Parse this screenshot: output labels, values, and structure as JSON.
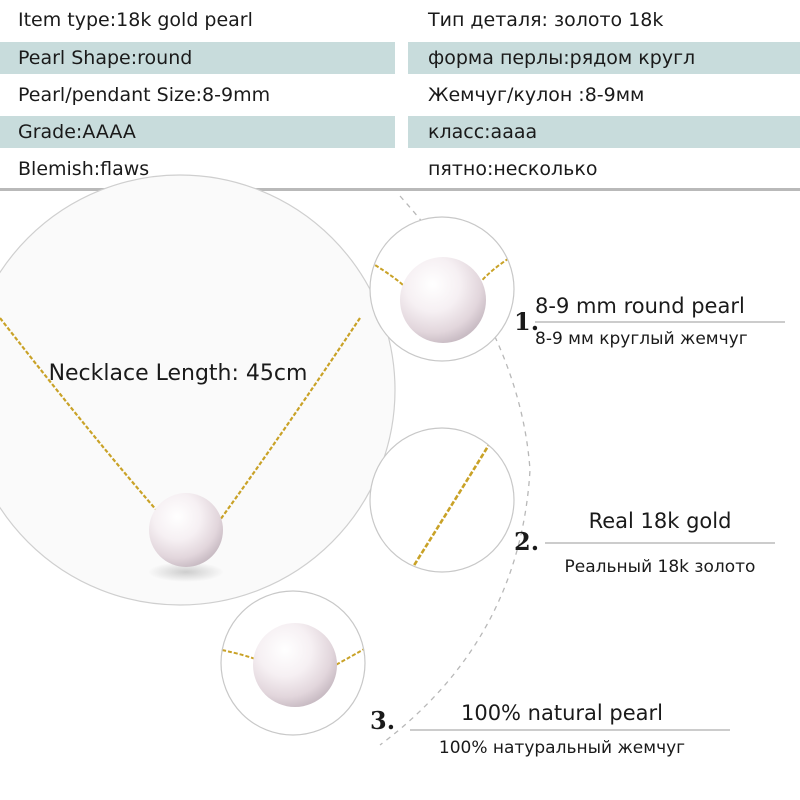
{
  "specs": [
    {
      "en": "Item type:18k gold pearl",
      "ru": "Тип деталя: золото 18k"
    },
    {
      "en": "Pearl Shape:round",
      "ru": "форма перлы:рядом кругл"
    },
    {
      "en": "Pearl/pendant Size:8-9mm",
      "ru": "Жемчуг/кулон :8-9мм"
    },
    {
      "en": "Grade:AAAA",
      "ru": "класс:аааа"
    },
    {
      "en": "Blemish:flaws",
      "ru": "пятно:несколько"
    }
  ],
  "necklace_length": "Necklace Length: 45cm",
  "features": [
    {
      "number": "1.",
      "en": "8-9 mm round pearl",
      "ru": "8-9 мм круглый жемчуг"
    },
    {
      "number": "2.",
      "en": "Real 18k  gold",
      "ru": "Реальный 18k золото"
    },
    {
      "number": "3.",
      "en": "100% natural pearl",
      "ru": "100% натуральный жемчуг"
    }
  ],
  "colors": {
    "row_shade": "#c8dcdc",
    "gold_chain": "#c9a227",
    "pearl": "#f4eef0"
  }
}
